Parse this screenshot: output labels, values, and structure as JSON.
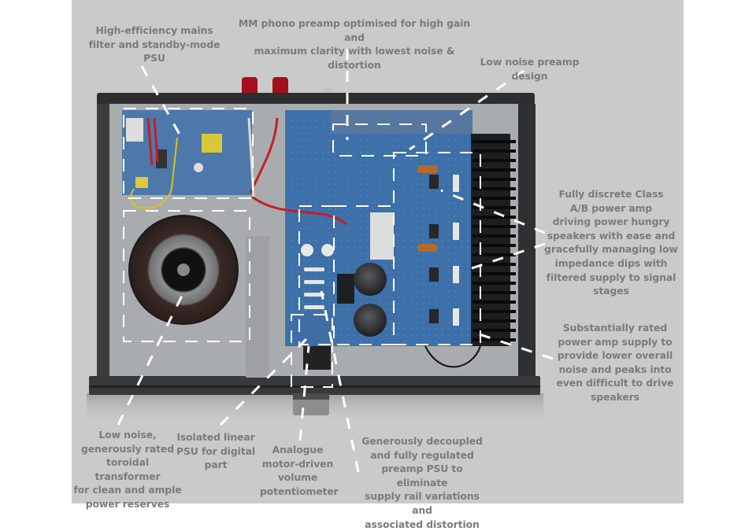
{
  "figure": {
    "subject": "Integrated amplifier internal layout (top view, cover removed)",
    "colors": {
      "page_background": "#ffffff",
      "panel_background": "#c9cac9",
      "annotation_text": "#7a7b7c",
      "leader_line": "#ffffff",
      "pcb_blue": "#3d6fa8",
      "chassis": "#2a2b2d"
    }
  },
  "annotations": [
    {
      "id": "mains-filter",
      "lines": [
        "High-efficiency mains",
        "filter and standby-mode",
        "PSU"
      ]
    },
    {
      "id": "phono-preamp",
      "lines": [
        "MM phono preamp optimised for high gain and",
        "maximum clarity with lowest noise & distortion"
      ]
    },
    {
      "id": "preamp-design",
      "lines": [
        "Low noise preamp design"
      ]
    },
    {
      "id": "power-amp",
      "lines": [
        "Fully discrete Class",
        "A/B power amp",
        "driving power hungry",
        "speakers with ease and",
        "gracefully managing low",
        "impedance dips with",
        "filtered supply to signal",
        "stages"
      ]
    },
    {
      "id": "power-supply",
      "lines": [
        "Substantially rated",
        "power amp supply to",
        "provide lower overall",
        "noise and peaks into",
        "even difficult to drive",
        "speakers"
      ]
    },
    {
      "id": "toroidal",
      "lines": [
        "Low noise,",
        "generously rated",
        "toroidal transformer",
        "for clean and ample",
        "power reserves"
      ]
    },
    {
      "id": "digital-psu",
      "lines": [
        "Isolated linear",
        "PSU for digital",
        "part"
      ]
    },
    {
      "id": "volume-pot",
      "lines": [
        "Analogue",
        "motor-driven",
        "volume",
        "potentiometer"
      ]
    },
    {
      "id": "preamp-psu",
      "lines": [
        "Generously decoupled",
        "and fully regulated",
        "preamp PSU to eliminate",
        "supply rail variations and",
        "associated distortion"
      ]
    }
  ]
}
